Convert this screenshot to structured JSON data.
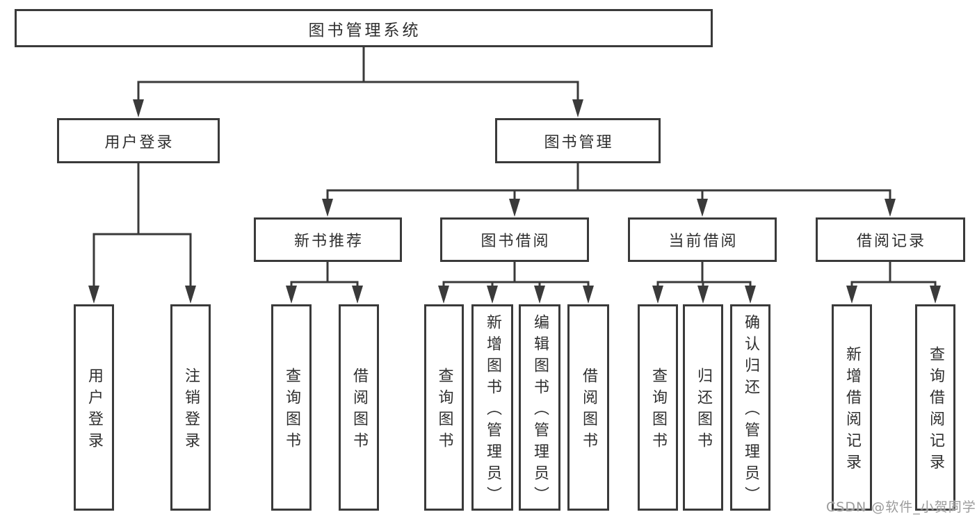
{
  "tree": {
    "label": "图书管理系统",
    "children": [
      {
        "label": "用户登录",
        "children": [
          {
            "label": "用户登录"
          },
          {
            "label": "注销登录"
          }
        ]
      },
      {
        "label": "图书管理",
        "children": [
          {
            "label": "新书推荐",
            "children": [
              {
                "label": "查询图书"
              },
              {
                "label": "借阅图书"
              }
            ]
          },
          {
            "label": "图书借阅",
            "children": [
              {
                "label": "查询图书"
              },
              {
                "label": "新增图书（管理员）"
              },
              {
                "label": "编辑图书（管理员）"
              },
              {
                "label": "借阅图书"
              }
            ]
          },
          {
            "label": "当前借阅",
            "children": [
              {
                "label": "查询图书"
              },
              {
                "label": "归还图书"
              },
              {
                "label": "确认归还（管理员）"
              }
            ]
          },
          {
            "label": "借阅记录",
            "children": [
              {
                "label": "新增借阅记录"
              },
              {
                "label": "查询借阅记录"
              }
            ]
          }
        ]
      }
    ]
  },
  "watermark": {
    "text": "CSDN @软件_小贺同学"
  },
  "colors": {
    "background": "#ffffff",
    "line": "#3a3a3a",
    "box_border": "#3a3a3a",
    "text": "#2f2f2f",
    "watermark": "#9b9b9b"
  }
}
